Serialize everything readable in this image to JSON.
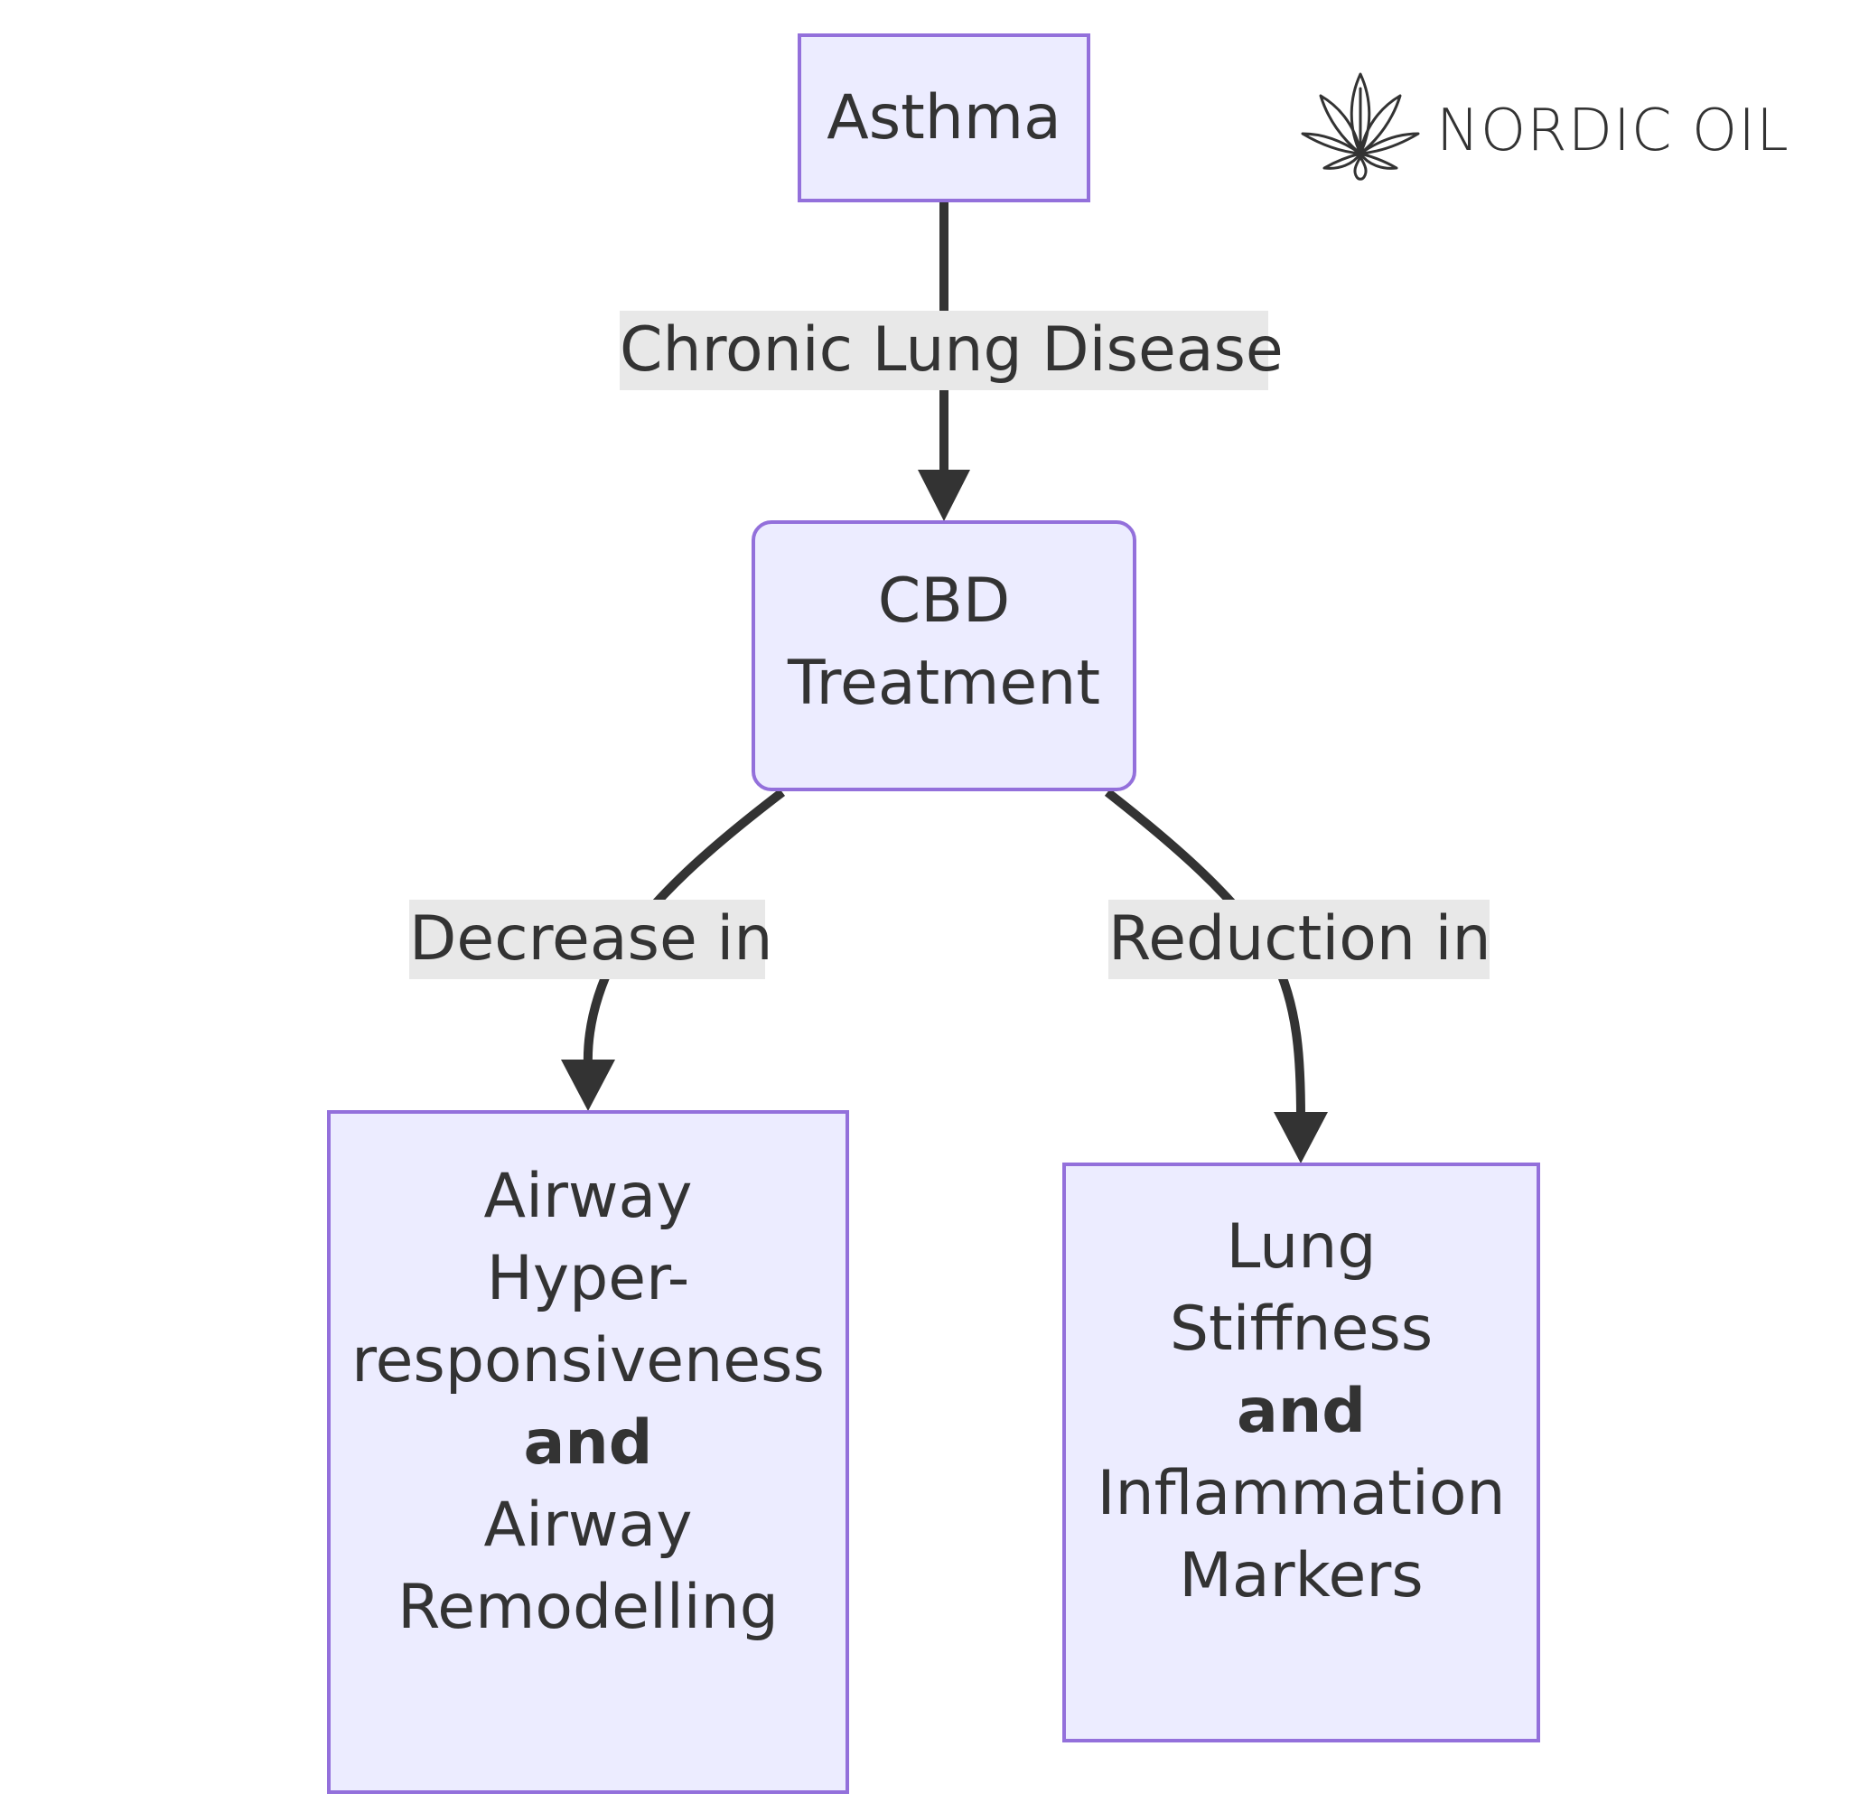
{
  "diagram": {
    "nodes": {
      "asthma": {
        "lines": [
          "Asthma"
        ]
      },
      "cbd": {
        "lines": [
          "CBD",
          "Treatment"
        ]
      },
      "airway": {
        "lines": [
          "Airway",
          "Hyper-",
          "responsiveness",
          "and",
          "Airway",
          "Remodelling"
        ]
      },
      "lung": {
        "lines": [
          "Lung",
          "Stiffness",
          "and",
          "Inflammation",
          "Markers"
        ]
      }
    },
    "edges": {
      "asthma_to_cbd": "Chronic Lung Disease",
      "cbd_to_airway": "Decrease in",
      "cbd_to_lung": "Reduction in"
    }
  },
  "logo": {
    "text": "NORDIC OIL",
    "icon": "cannabis-leaf-icon"
  },
  "colors": {
    "node_fill": "#ececff",
    "node_border": "#9370db",
    "edge": "#333333",
    "label_bg": "#e8e8e8",
    "text": "#333333"
  }
}
